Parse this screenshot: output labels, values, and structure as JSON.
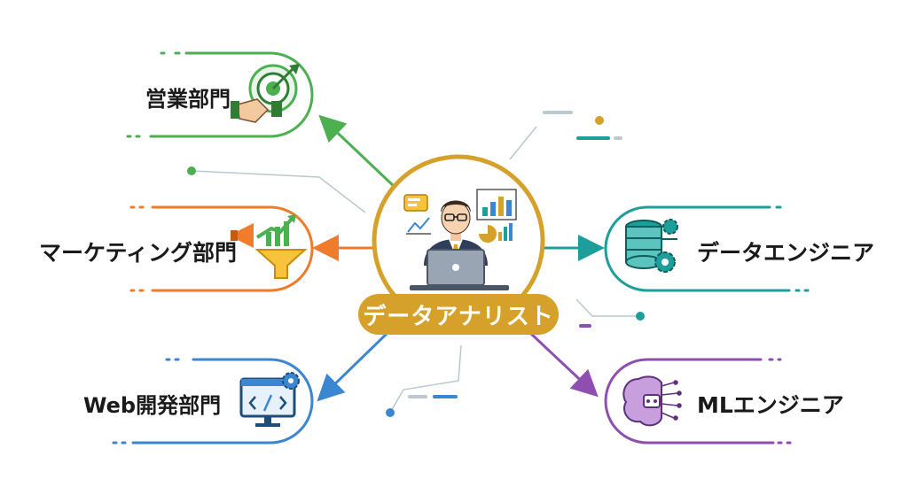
{
  "center": {
    "title": "データアナリスト"
  },
  "nodes": {
    "sales": "営業部門",
    "marketing": "マーケティング部門",
    "web": "Web開発部門",
    "data_engineer": "データエンジニア",
    "ml_engineer": "MLエンジニア"
  },
  "colors": {
    "sales": "#4caf50",
    "marketing": "#f07b2a",
    "web": "#3a86d1",
    "data_engineer": "#1d9e9a",
    "ml_engineer": "#8e4fb0",
    "center": "#d6a12a"
  },
  "icons": {
    "sales": "target-handshake-icon",
    "marketing": "megaphone-funnel-icon",
    "web": "code-monitor-icon",
    "data_engineer": "database-gears-icon",
    "ml_engineer": "brain-robot-icon",
    "center": "analyst-laptop-icon"
  }
}
